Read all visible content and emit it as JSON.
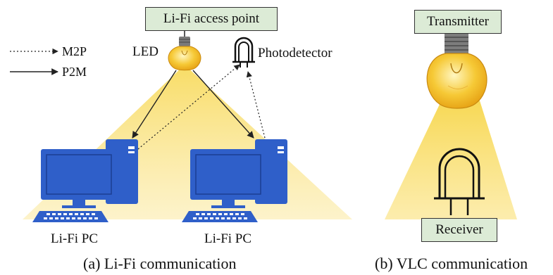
{
  "colors": {
    "light_beam": "#f7d64a",
    "bulb_glass": "#f2b824",
    "bulb_highlight": "#fff6c0",
    "computer_blue": "#2f5fc9",
    "computer_dark": "#1c3f93",
    "label_box_fill": "#dcebd6",
    "line_color": "#222222"
  },
  "icons": [
    "light-bulb-icon",
    "photodetector-icon",
    "desktop-computer-icon",
    "led-receiver-icon"
  ],
  "lifi": {
    "access_point_label": "Li-Fi access point",
    "led_label": "LED",
    "photodetector_label": "Photodetector",
    "legend": {
      "m2p_label": "M2P",
      "p2m_label": "P2M"
    },
    "pc_left_label": "Li-Fi PC",
    "pc_right_label": "Li-Fi PC",
    "caption": "(a) Li-Fi communication"
  },
  "vlc": {
    "transmitter_label": "Transmitter",
    "receiver_label": "Receiver",
    "caption": "(b) VLC communication"
  }
}
